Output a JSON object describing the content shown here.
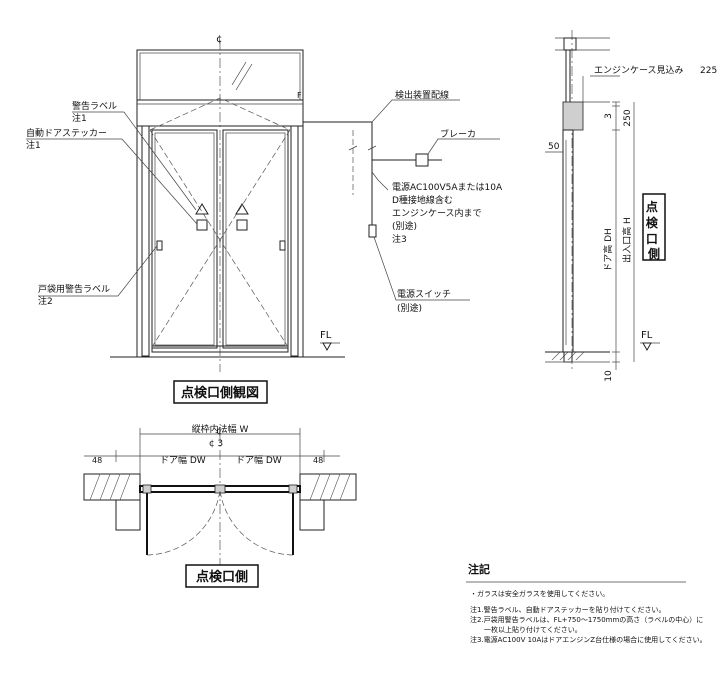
{
  "front_view": {
    "centerline_symbol": "¢",
    "transom_mark": "F",
    "labels": {
      "warning_label": "警告ラベル",
      "warning_note": "注1",
      "auto_door_sticker": "自動ドアステッカー",
      "auto_door_note": "注1",
      "pocket_warning_label": "戸袋用警告ラベル",
      "pocket_note": "注2",
      "detector_wiring": "検出装置配線",
      "breaker": "ブレーカ",
      "power_spec_1": "電源AC100V5Aまたは10A",
      "power_spec_2": "D種接地線含む",
      "power_spec_3": "エンジンケース内まで",
      "power_spec_4": "(別途)",
      "power_spec_note": "注3",
      "power_switch": "電源スイッチ",
      "power_switch_note": "(別途)",
      "floor_level": "FL"
    },
    "title": "点検口側観図"
  },
  "side_view": {
    "engine_case_depth_label": "エンジンケース見込み",
    "engine_case_depth_value": "225",
    "dim_3": "3",
    "dim_250": "250",
    "dim_50": "50",
    "door_height_label": "ドア高 DH",
    "opening_height_label": "出入口高 H",
    "dim_10": "10",
    "floor_level": "FL",
    "inspection_side": "点検口側"
  },
  "plan_view": {
    "frame_inner_width": "縦枠内法幅 W",
    "centerline_dim": "¢ 3",
    "left_margin": "48",
    "right_margin": "48",
    "door_width_left": "ドア幅 DW",
    "door_width_right": "ドア幅 DW",
    "inspection_side": "点検口側"
  },
  "notes": {
    "heading": "注記",
    "lines": [
      "・ガラスは安全ガラスを使用してください。",
      "注1.警告ラベル、自動ドアステッカーを貼り付けてください。",
      "注2.戸袋用警告ラベルは、FL+750～1750mmの高さ（ラベルの中心）に",
      "一枚以上貼り付けてください。",
      "注3.電源AC100V 10AはドアエンジンZ台仕様の場合に使用してください。"
    ]
  }
}
